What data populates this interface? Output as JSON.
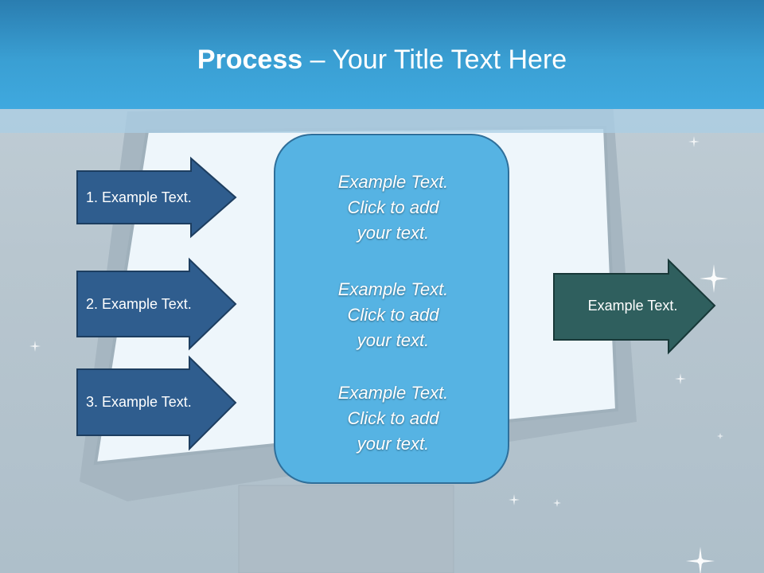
{
  "title": {
    "bold": "Process",
    "rest": " – Your Title Text Here"
  },
  "left_arrows": [
    {
      "label": "1. Example Text."
    },
    {
      "label": "2. Example Text."
    },
    {
      "label": "3. Example Text."
    }
  ],
  "center_box": {
    "items": [
      {
        "text": "Example Text.\nClick  to add\nyour text."
      },
      {
        "text": "Example Text.\nClick  to add\nyour text."
      },
      {
        "text": "Example Text.\nClick  to add\nyour text."
      }
    ]
  },
  "right_arrow": {
    "label": "Example Text."
  },
  "colors": {
    "title_bar": "#3a9fd3",
    "left_arrow_fill": "#2f5d8e",
    "center_box_fill": "#56b3e3",
    "right_arrow_fill": "#2f5f5e"
  }
}
